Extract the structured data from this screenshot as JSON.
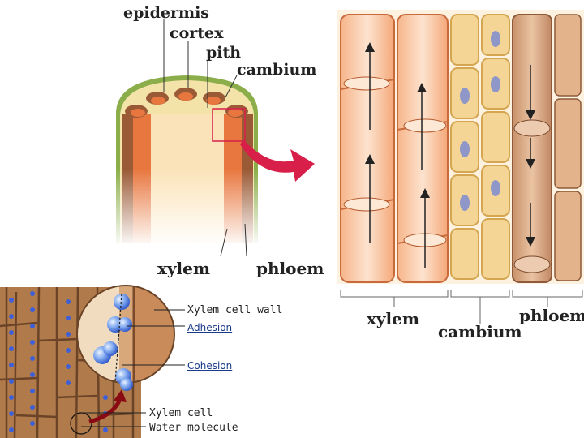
{
  "stem_diagram": {
    "labels": {
      "epidermis": "epidermis",
      "cortex": "cortex",
      "pith": "pith",
      "cambium": "cambium",
      "xylem": "xylem",
      "phloem": "phloem"
    }
  },
  "tissue_diagram": {
    "labels": {
      "xylem": "xylem",
      "cambium": "cambium",
      "phloem": "phloem"
    }
  },
  "water_diagram": {
    "labels": {
      "cell_wall": "Xylem cell wall",
      "adhesion": "Adhesion",
      "cohesion": "Cohesion",
      "xylem_cell": "Xylem cell",
      "water_molecule": "Water molecule"
    }
  },
  "colors": {
    "pith": "#fbe3b9",
    "cortex": "#f3e3a8",
    "epidermis": "#8cae4a",
    "xylem": "#e8773f",
    "phloem": "#9a5a36",
    "cambium": "#f4d596",
    "arrow": "#d81f4a",
    "water": "#3d5fd8",
    "wood": "#b07a4a"
  }
}
